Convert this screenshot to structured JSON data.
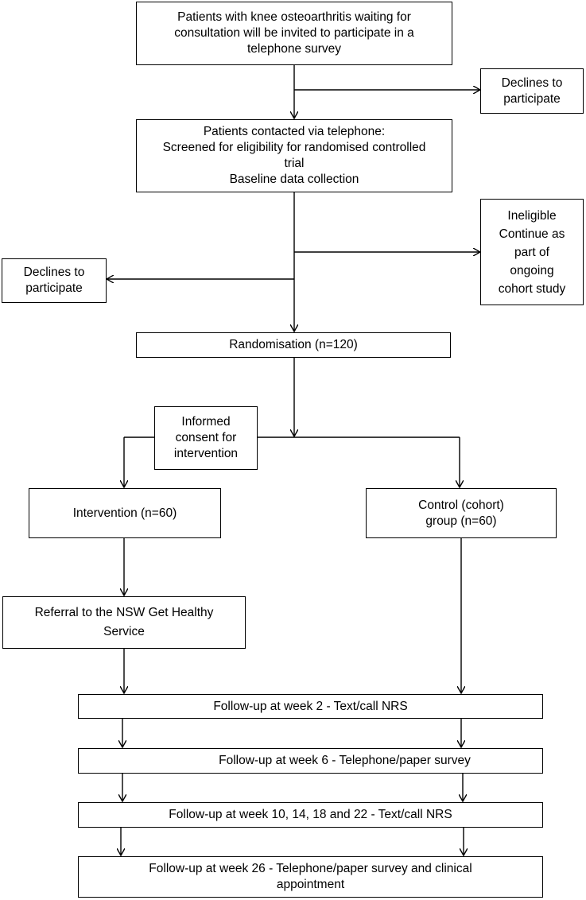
{
  "boxes": {
    "invite": "Patients with knee osteoarthritis waiting for\nconsultation will be invited to participate in a\ntelephone survey",
    "declines_1": "Declines to\nparticipate",
    "contacted": "Patients contacted via telephone:\nScreened for eligibility for randomised controlled\ntrial\nBaseline data collection",
    "ineligible": "Ineligible\nContinue as\npart of\nongoing\ncohort study",
    "declines_2": "Declines to\nparticipate",
    "randomisation": "Randomisation (n=120)",
    "consent": "Informed\nconsent for\nintervention",
    "intervention": "Intervention (n=60)",
    "control": "Control (cohort)\ngroup (n=60)",
    "referral": "Referral to the NSW Get Healthy\nService",
    "followup_2": "Follow-up at week 2 - Text/call NRS",
    "followup_6": "Follow-up at week 6 - Telephone/paper survey",
    "followup_10_22": "Follow-up at week 10, 14, 18 and 22 - Text/call NRS",
    "followup_26": "Follow-up at week 26 - Telephone/paper survey and clinical\nappointment"
  },
  "colors": {
    "line": "#000000",
    "box_border": "#000000",
    "background": "#ffffff"
  }
}
